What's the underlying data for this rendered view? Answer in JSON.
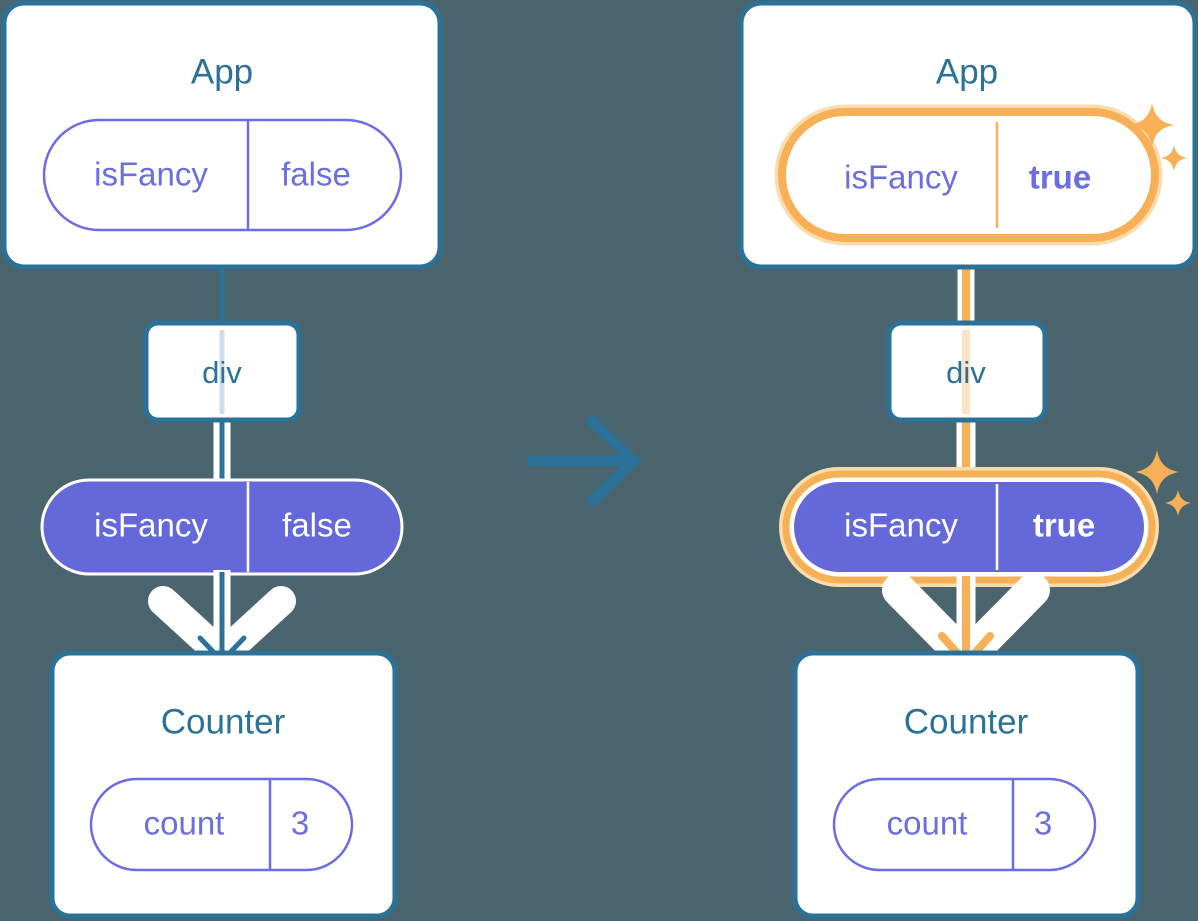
{
  "diagram": {
    "title": "React state lifting diagram: before and after state change",
    "background_color": "#4b656f",
    "colors": {
      "card_border": "#2b7198",
      "card_fill": "#ffffff",
      "title_text": "#2b7198",
      "pill_outline": "#6b6ee0",
      "pill_fill": "#6568d8",
      "pill_text_white": "#ffffff",
      "highlight_ring": "#f7b055",
      "highlight_halo": "#fbdcac",
      "connector_blue": "#2b7198",
      "connector_blue_light": "#ccdcec",
      "connector_orange": "#f7b055",
      "connector_orange_light": "#fbe3c4",
      "casing_white": "#ffffff",
      "sparkle": "#f7b055"
    },
    "transition_arrow": {
      "icon": "arrow-right-icon",
      "color": "#2b7198"
    }
  },
  "before": {
    "app_card": {
      "title": "App",
      "state": {
        "key": "isFancy",
        "value": "false",
        "style": "outline",
        "highlighted": false
      }
    },
    "div_node": {
      "label": "div"
    },
    "prop_pill": {
      "key": "isFancy",
      "value": "false",
      "style": "filled",
      "highlighted": false
    },
    "counter_card": {
      "title": "Counter",
      "state": {
        "key": "count",
        "value": "3",
        "style": "outline",
        "highlighted": false
      }
    }
  },
  "after": {
    "app_card": {
      "title": "App",
      "state": {
        "key": "isFancy",
        "value": "true",
        "style": "outline",
        "highlighted": true
      }
    },
    "div_node": {
      "label": "div"
    },
    "prop_pill": {
      "key": "isFancy",
      "value": "true",
      "style": "filled",
      "highlighted": true
    },
    "counter_card": {
      "title": "Counter",
      "state": {
        "key": "count",
        "value": "3",
        "style": "outline",
        "highlighted": false
      }
    },
    "sparkles": [
      {
        "name": "sparkle-app-large",
        "size": "large"
      },
      {
        "name": "sparkle-app-small",
        "size": "small"
      },
      {
        "name": "sparkle-prop-large",
        "size": "large"
      },
      {
        "name": "sparkle-prop-small",
        "size": "small"
      }
    ]
  }
}
